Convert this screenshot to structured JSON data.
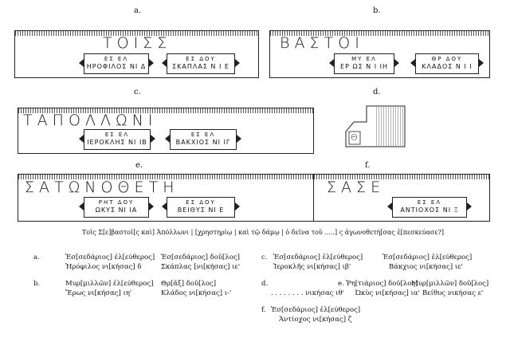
{
  "labels": {
    "a": "a.",
    "b": "b.",
    "c": "c.",
    "d": "d.",
    "e": "e.",
    "f": "f."
  },
  "blocks": {
    "a": {
      "text": "Τ Ο Ι Σ Σ",
      "tabs": [
        {
          "top": "ΕΣ     ΕΛ",
          "bottom": "ΗΡΟΦΙΛΟΣ ΝΙ Δ"
        },
        {
          "top": "ΕΣ     ΔΟΥ",
          "bottom": "ΣΚΑΠΛΑΣ Ν Ι Ε"
        }
      ]
    },
    "b": {
      "text": "Β Α Σ Τ Ο Ι",
      "tabs": [
        {
          "top": "ΜΥ     ΕΛ",
          "bottom": "ΕΡ ΩΣ  Ν Ι ΙΗ"
        },
        {
          "top": "ΘΡ     ΔΟΥ",
          "bottom": "ΚΛΑΔΟΣ Ν Ι Ι"
        }
      ]
    },
    "c": {
      "text": "Τ Α Π Ο Λ Λ Ω Ν Ι",
      "tabs": [
        {
          "top": "ΕΣ     ΕΛ",
          "bottom": "ΙΕΡΟΚΛΗΣ ΝΙ ΙΒ"
        },
        {
          "top": "ΕΣ     ΕΛ",
          "bottom": "ΒΑΚΧΙΟΣ ΝΙ ΙΓ"
        }
      ]
    },
    "d": {
      "text": "Θ"
    },
    "e": {
      "text": "Σ Α Τ Ω Ν Ο Θ Ε Τ Η",
      "tabs": [
        {
          "top": "ΡΗΤ     ΔΟΥ",
          "bottom": "ΩΚΥΣ  ΝΙ ΙΑ"
        },
        {
          "top": "ΕΣ     ΔΟΥ",
          "bottom": "ΒΕΙΘΥΣ  ΝΙ Ε"
        }
      ]
    },
    "f": {
      "text": "Σ Α Σ Ε",
      "tabs": [
        {
          "top": "ΕΣ     ΕΛ",
          "bottom": "ΑΝΤΙΟΧΟΣ ΝΙ Ξ"
        }
      ]
    }
  },
  "caption": "Τοῖς Σ[ε]βαστοῖ[ς καὶ] Ἀπόλλωνι | [χρηστηρίῳ | καὶ τῷ δάμῳ | ὁ δεῖνα τοῦ .....] ς ἀγωνοθετή[σας ἐ[πεσκεύασε?]",
  "transcription": {
    "a_label": "a.",
    "a1l": "Ἐσ[σεδάριος] ἐλ[εύθερος]",
    "a1r": "Ἐσ[σεδάριος] δοῦ[λος]",
    "a2l": "Ἡρόφιλος  νι[κήσας] δ",
    "a2r": "Σκάπλας  [νι[κήσας] ιε'",
    "b_label": "b.",
    "b1l": "Μυρ[μιλλῶν] ἐλ[εύθερος]",
    "b1r": "Θρ[ᾶξ]  δοῦ[λος]",
    "b2l": "Ἔρως      νι[κήσας] ιη'",
    "b2r": "Κλάδος νι[κήσας] ι-'",
    "c_label": "c.",
    "c1l": "Ἐσ[σεδάριος] ἐλ[εύθερος]",
    "c1r": "Ἐσ[σεδάριος] ἐλ[εύθερος]",
    "c2l": "Ἱεροκλῆς νι[κήσας] ιβ'",
    "c2r": "Βάκχιος νι[κήσας] ιε'",
    "d_label": "d.",
    "d_text": ". . . . .     . . . νικήσας ιθ'",
    "e_label": "e.",
    "e1l": "Ῥη[τιάριος] δοῦ[λος]",
    "e1r": "Μυρ[μιλλῶν] δοῦ[λος]",
    "e2l": "Ὠκὺς νι[κήσας] ια'",
    "e2r": "Βείθυς νικήσας ε'",
    "f_label": "f.",
    "f1": "Ἐσ[σεδάριος] ἐλ[εύθερος]",
    "f2": "Ἀντίοχος νι[κήσας] ζ"
  }
}
